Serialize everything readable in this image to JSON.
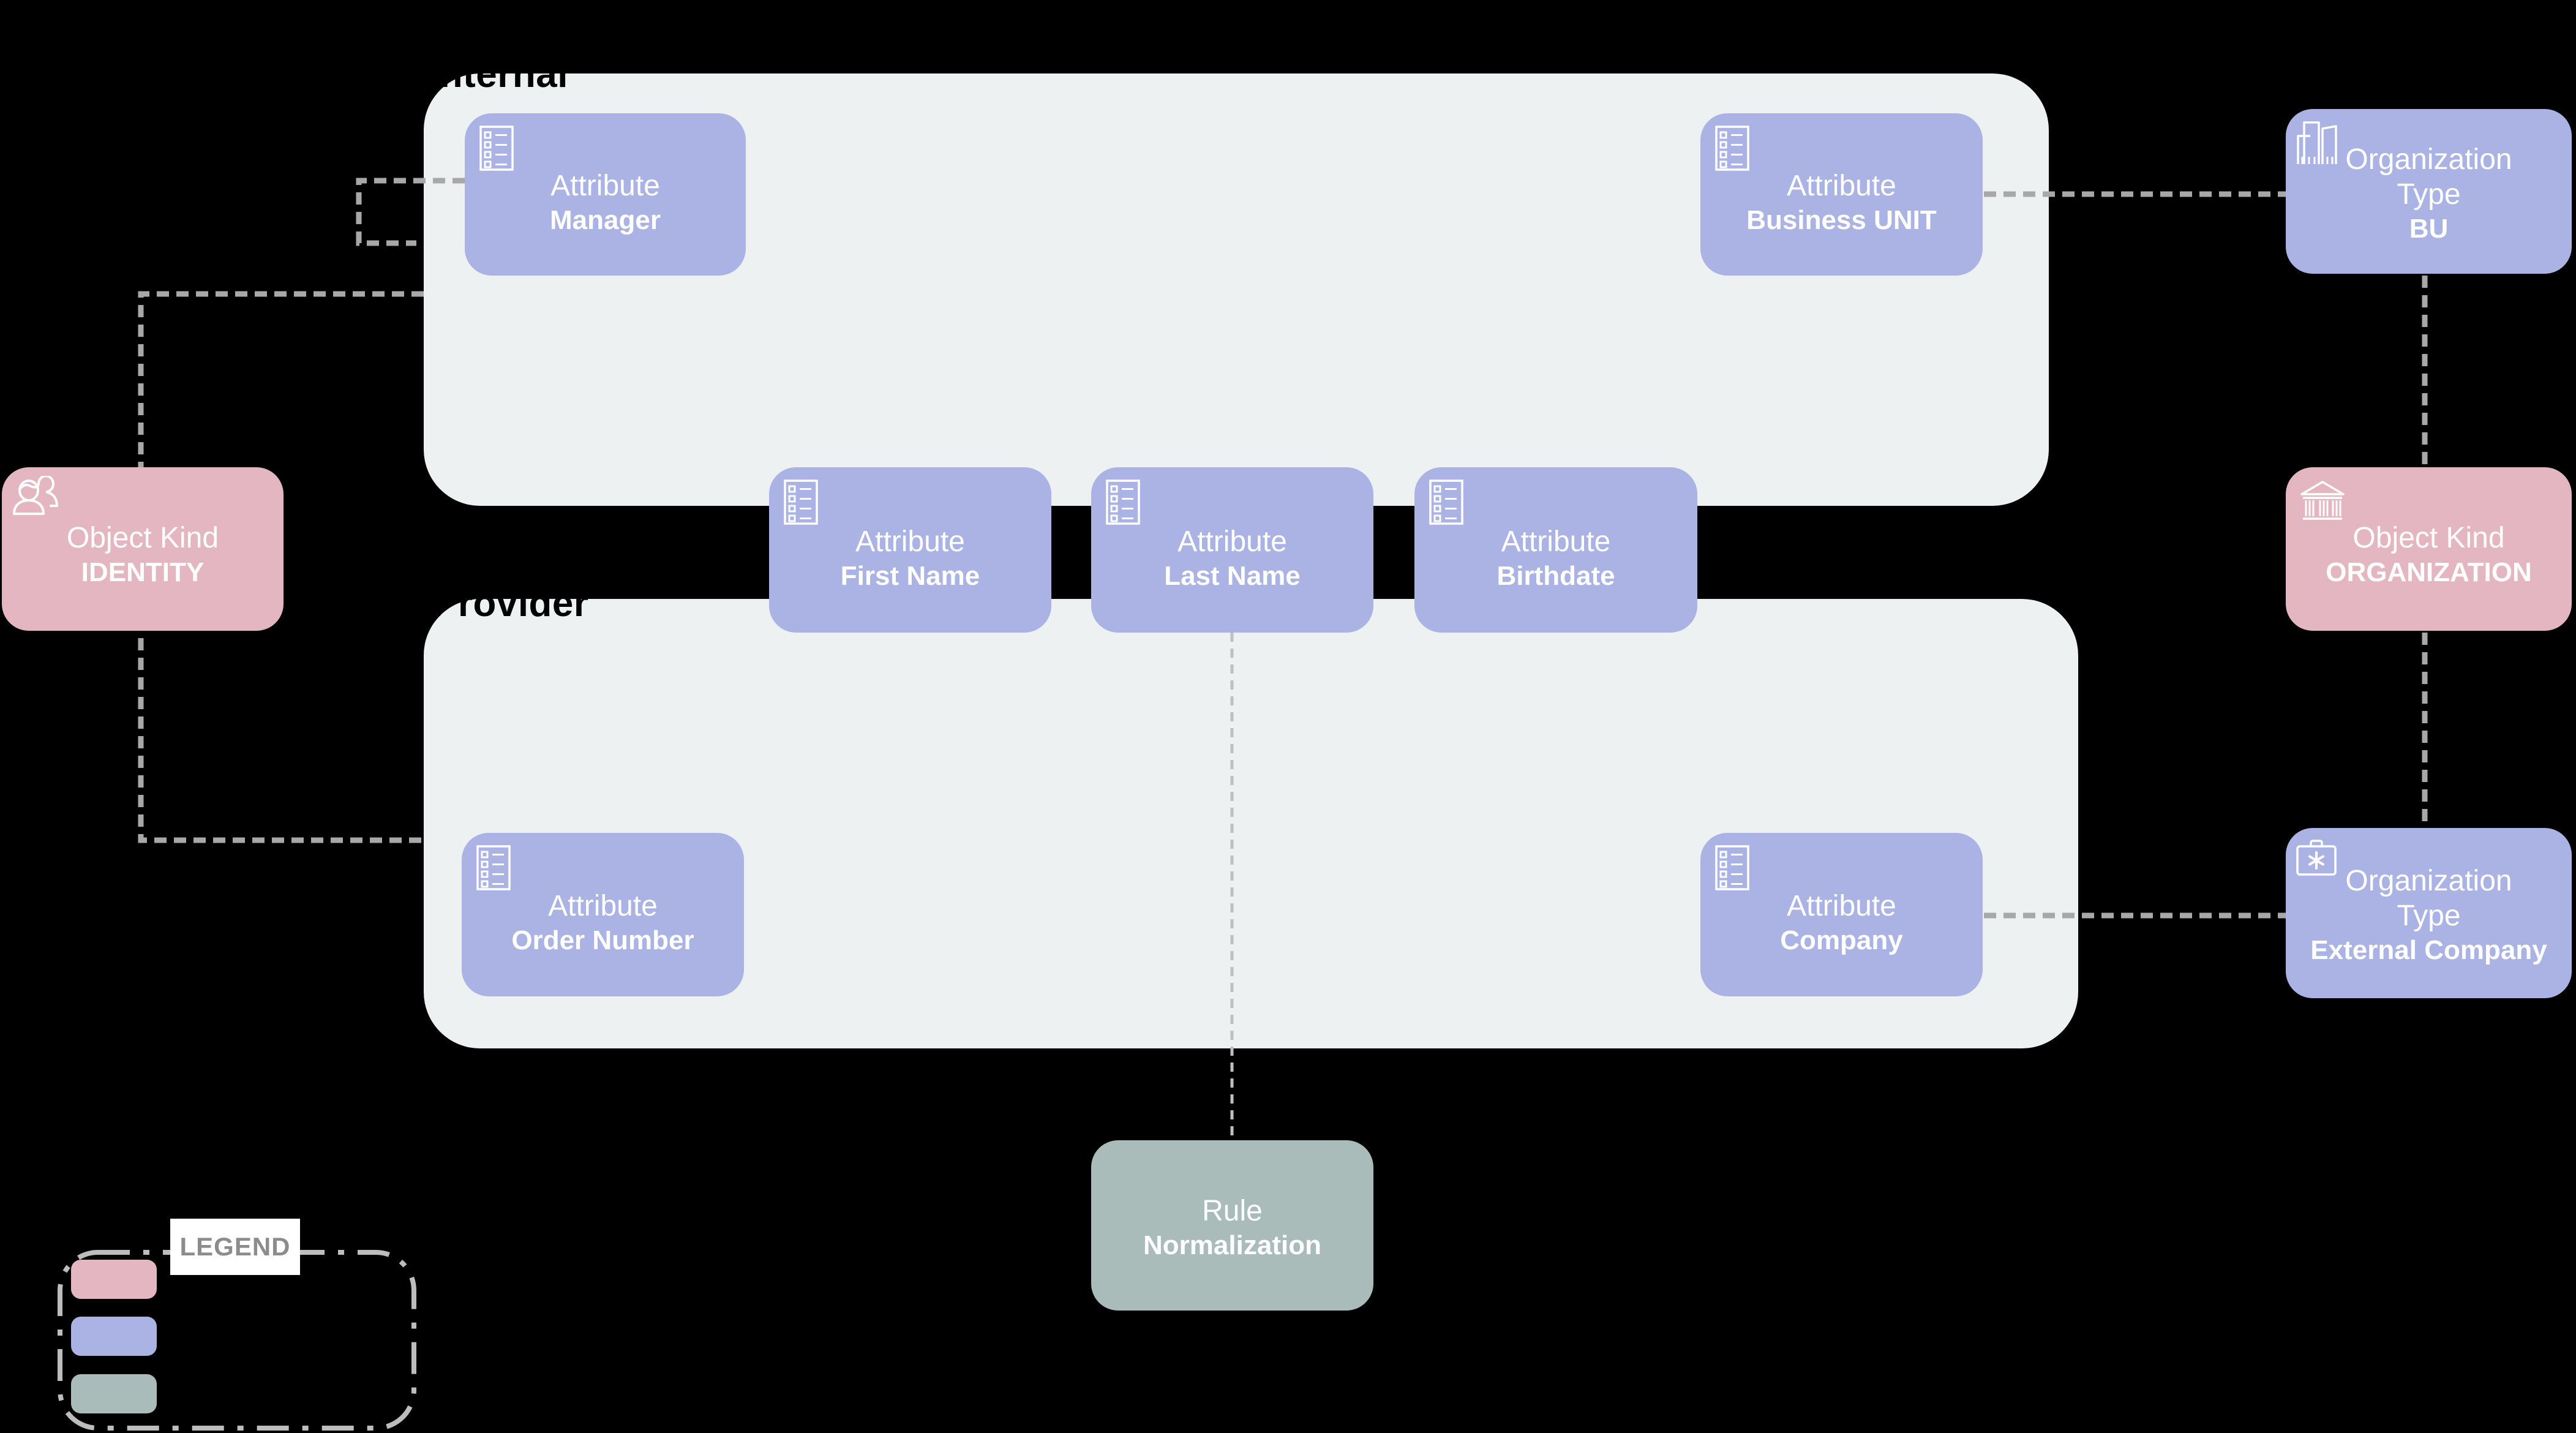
{
  "canvas": {
    "background": "#000000"
  },
  "palette": {
    "attribute_node": "#aab3e3",
    "object_kind_node": "#e3b6c1",
    "rule_node": "#a9bcba",
    "group_container": "#edf1f2",
    "connector": "#a8a8a8",
    "legend_border": "#bdbdbd",
    "legend_title_color": "#8c8c8c"
  },
  "groups": {
    "internal": {
      "label": "Internal"
    },
    "provider": {
      "label": "Provider"
    }
  },
  "nodes": {
    "manager": {
      "title1": "Attribute",
      "name": "Manager",
      "icon": "checklist-icon"
    },
    "business_unit": {
      "title1": "Attribute",
      "name": "Business UNIT",
      "icon": "checklist-icon"
    },
    "first_name": {
      "title1": "Attribute",
      "name": "First Name",
      "icon": "checklist-icon"
    },
    "last_name": {
      "title1": "Attribute",
      "name": "Last Name",
      "icon": "checklist-icon"
    },
    "birthdate": {
      "title1": "Attribute",
      "name": "Birthdate",
      "icon": "checklist-icon"
    },
    "order_number": {
      "title1": "Attribute",
      "name": "Order Number",
      "icon": "checklist-icon"
    },
    "company": {
      "title1": "Attribute",
      "name": "Company",
      "icon": "checklist-icon"
    },
    "identity": {
      "title1": "Object Kind",
      "name": "IDENTITY",
      "icon": "people-icon"
    },
    "organization": {
      "title1": "Object Kind",
      "name": "ORGANIZATION",
      "icon": "bank-icon"
    },
    "bu": {
      "title1": "Organization",
      "title2": "Type",
      "name": "BU",
      "icon": "buildings-icon"
    },
    "external_company": {
      "title1": "Organization",
      "title2": "Type",
      "name": "External Company",
      "icon": "briefcase-icon"
    },
    "rule": {
      "title1": "Rule",
      "name": "Normalization"
    }
  },
  "connectors": [
    {
      "from": "manager",
      "to": "internal_group",
      "style": "dashed"
    },
    {
      "from": "identity",
      "to": "internal_group",
      "style": "dashed"
    },
    {
      "from": "identity",
      "to": "provider_group",
      "style": "dashed"
    },
    {
      "from": "business_unit",
      "to": "bu",
      "style": "dashed"
    },
    {
      "from": "bu",
      "to": "organization",
      "style": "dashed"
    },
    {
      "from": "organization",
      "to": "external_company",
      "style": "dashed"
    },
    {
      "from": "company",
      "to": "external_company",
      "style": "dashed"
    },
    {
      "from": "last_name",
      "to": "rule",
      "style": "dashed"
    }
  ],
  "legend": {
    "title": "LEGEND",
    "swatches": [
      {
        "kind": "object-kind",
        "color": "#e3b6c1"
      },
      {
        "kind": "attribute",
        "color": "#aab3e3"
      },
      {
        "kind": "rule",
        "color": "#a9bcba"
      }
    ]
  }
}
